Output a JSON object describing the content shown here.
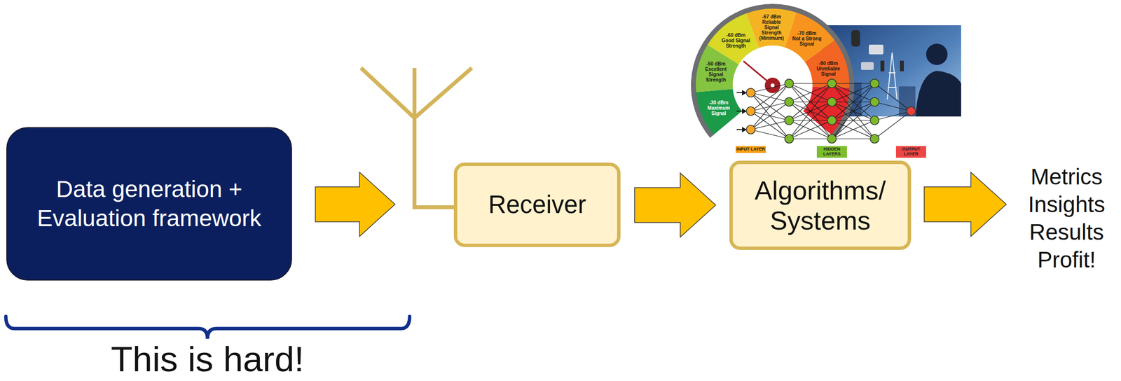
{
  "diagram": {
    "nodes": [
      {
        "text": [
          "Data generation + Evaluation framework"
        ]
      },
      {
        "text": [
          "Receiver"
        ]
      },
      {
        "text": [
          "Algorithms/ Systems"
        ]
      }
    ],
    "edges": [
      {
        "from": 0,
        "to": 1,
        "arrow": "to"
      },
      {
        "from": 1,
        "to": 2,
        "arrow": "to"
      }
    ],
    "labels": [
      "-30 dBm",
      "Maximum Signal",
      "-50 dBm",
      "Excellent Signal Strength",
      "-60 dBm",
      "Good Signal Strength",
      "-67 dBm",
      "Reliable Signal Strength (Minimum)",
      "-70 dBm",
      "Not a Strong Signal",
      "-80 dBm",
      "Unreliable Signal",
      "INPUT LAYER",
      "HIDDEN LAYERS",
      "OUTPUT LAYER",
      "Metrics",
      "Insights",
      "Results",
      "Profit!",
      "This is hard!"
    ]
  }
}
